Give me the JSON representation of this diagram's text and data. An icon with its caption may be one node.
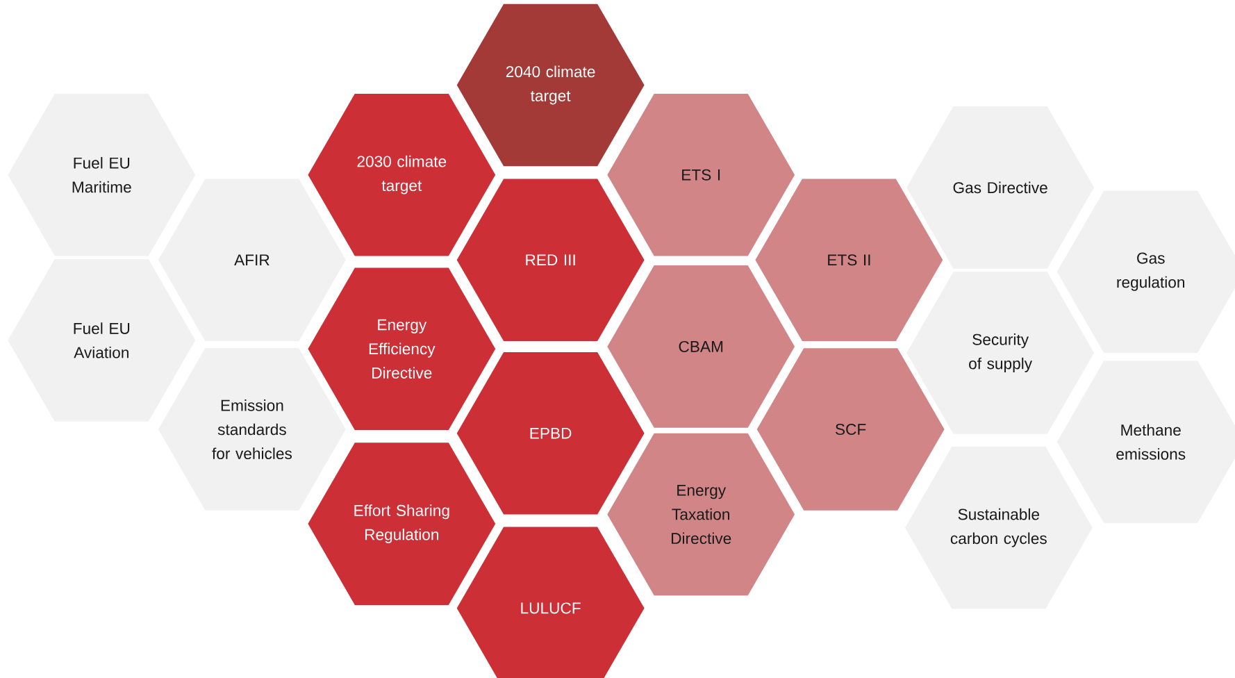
{
  "diagram": {
    "nodes": [
      {
        "text": [
          "Fuel EU Maritime"
        ]
      },
      {
        "text": [
          "Fuel EU Aviation"
        ]
      },
      {
        "text": [
          "AFIR"
        ]
      },
      {
        "text": [
          "Emission standards for vehicles"
        ]
      },
      {
        "text": [
          "2030 climate target"
        ]
      },
      {
        "text": [
          "Energy Efficiency Directive"
        ]
      },
      {
        "text": [
          "Effort Sharing Regulation"
        ]
      },
      {
        "text": [
          "2040 climate target"
        ]
      },
      {
        "text": [
          "RED III"
        ]
      },
      {
        "text": [
          "EPBD"
        ]
      },
      {
        "text": [
          "LULUCF"
        ]
      },
      {
        "text": [
          "ETS I"
        ]
      },
      {
        "text": [
          "CBAM"
        ]
      },
      {
        "text": [
          "Energy Taxation Directive"
        ]
      },
      {
        "text": [
          "ETS II"
        ]
      },
      {
        "text": [
          "SCF"
        ]
      },
      {
        "text": [
          "Gas Directive"
        ]
      },
      {
        "text": [
          "Security of supply"
        ]
      },
      {
        "text": [
          "Sustainable carbon cycles"
        ]
      },
      {
        "text": [
          "Gas regulation"
        ]
      },
      {
        "text": [
          "Methane emissions"
        ]
      }
    ]
  }
}
